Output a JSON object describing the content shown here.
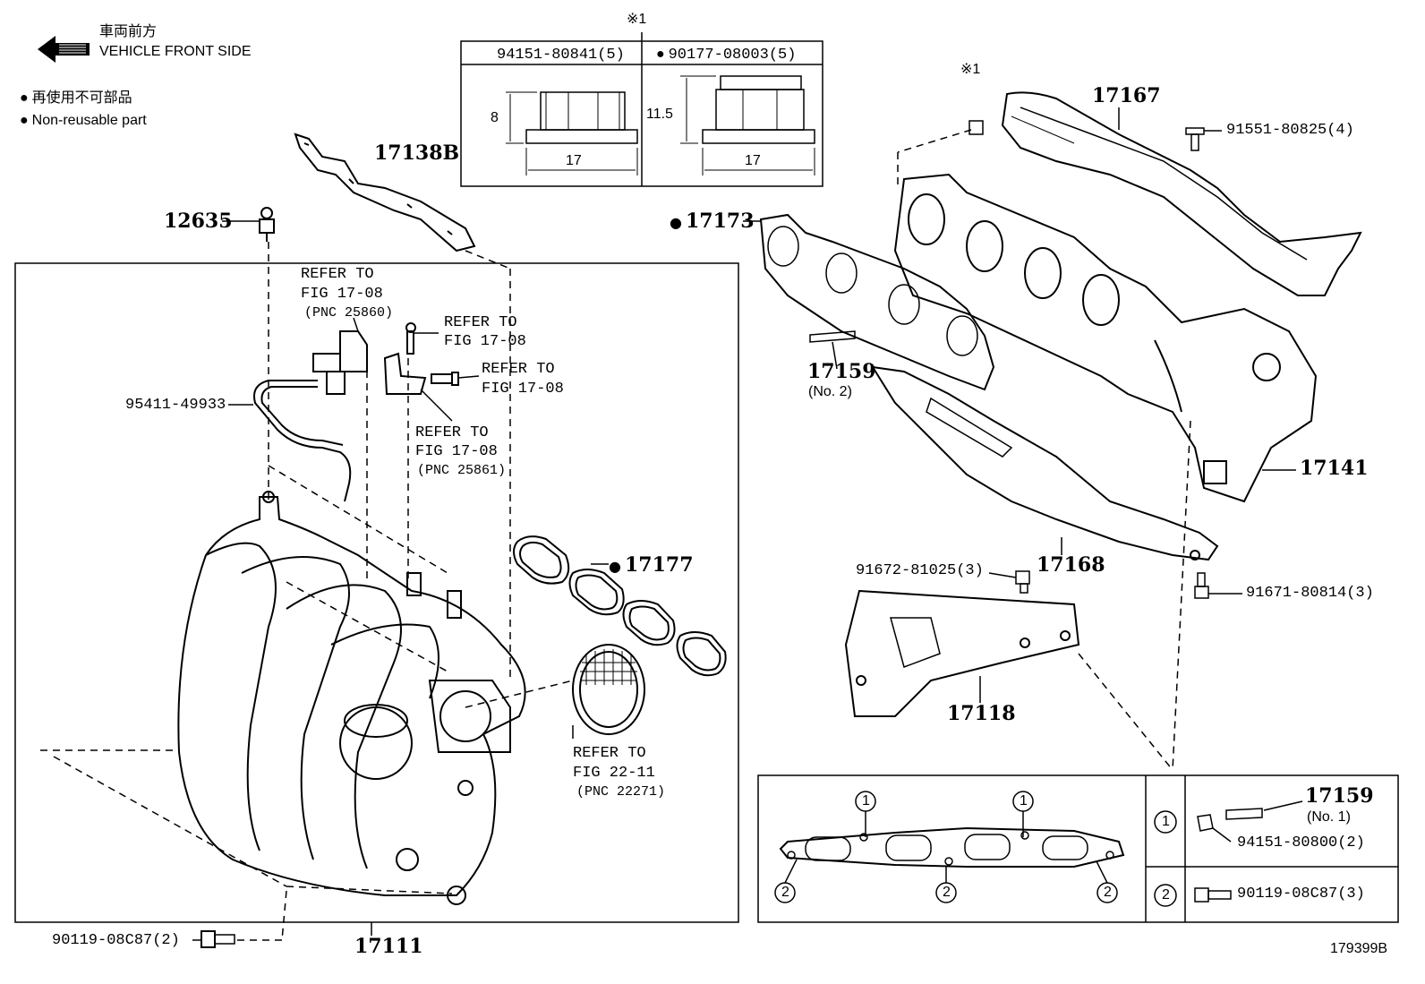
{
  "legend": {
    "front_jp": "車両前方",
    "front_en": "VEHICLE FRONT SIDE",
    "nonreuse_jp": "再使用不可部品",
    "nonreuse_en": "Non-reusable part"
  },
  "nut_table": {
    "mark": "※1",
    "col1_pn": "94151-80841(5)",
    "col2_pn": "90177-08003(5)",
    "col1_h": "8",
    "col1_w": "17",
    "col2_h": "11.5",
    "col2_w": "17"
  },
  "labels": {
    "p17138b": "17138B",
    "p12635": "12635",
    "p95411": "95411-49933",
    "ref1_a": "REFER TO",
    "ref1_b": "FIG 17-08",
    "ref1_c": "(PNC 25860)",
    "ref2_a": "REFER TO",
    "ref2_b": "FIG 17-08",
    "ref3_a": "REFER TO",
    "ref3_b": "FIG 17-08",
    "ref4_a": "REFER TO",
    "ref4_b": "FIG 17-08",
    "ref4_c": "(PNC 25861)",
    "p17177": "17177",
    "ref5_a": "REFER TO",
    "ref5_b": "FIG 22-11",
    "ref5_c": "(PNC 22271)",
    "p90119_2": "90119-08C87(2)",
    "p17111": "17111",
    "mark_nut": "※1",
    "p17167": "17167",
    "p91551": "91551-80825(4)",
    "p17173": "17173",
    "p17159_2": "17159",
    "p17159_2b": "(No. 2)",
    "p17141": "17141",
    "p91672": "91672-81025(3)",
    "p17168": "17168",
    "p91671": "91671-80814(3)",
    "p17118": "17118",
    "tbl_p17159": "17159",
    "tbl_no1": "(No. 1)",
    "tbl_p94151": "94151-80800(2)",
    "tbl_p90119": "90119-08C87(3)",
    "circle1": "1",
    "circle2": "2",
    "illus_no": "179399B"
  }
}
